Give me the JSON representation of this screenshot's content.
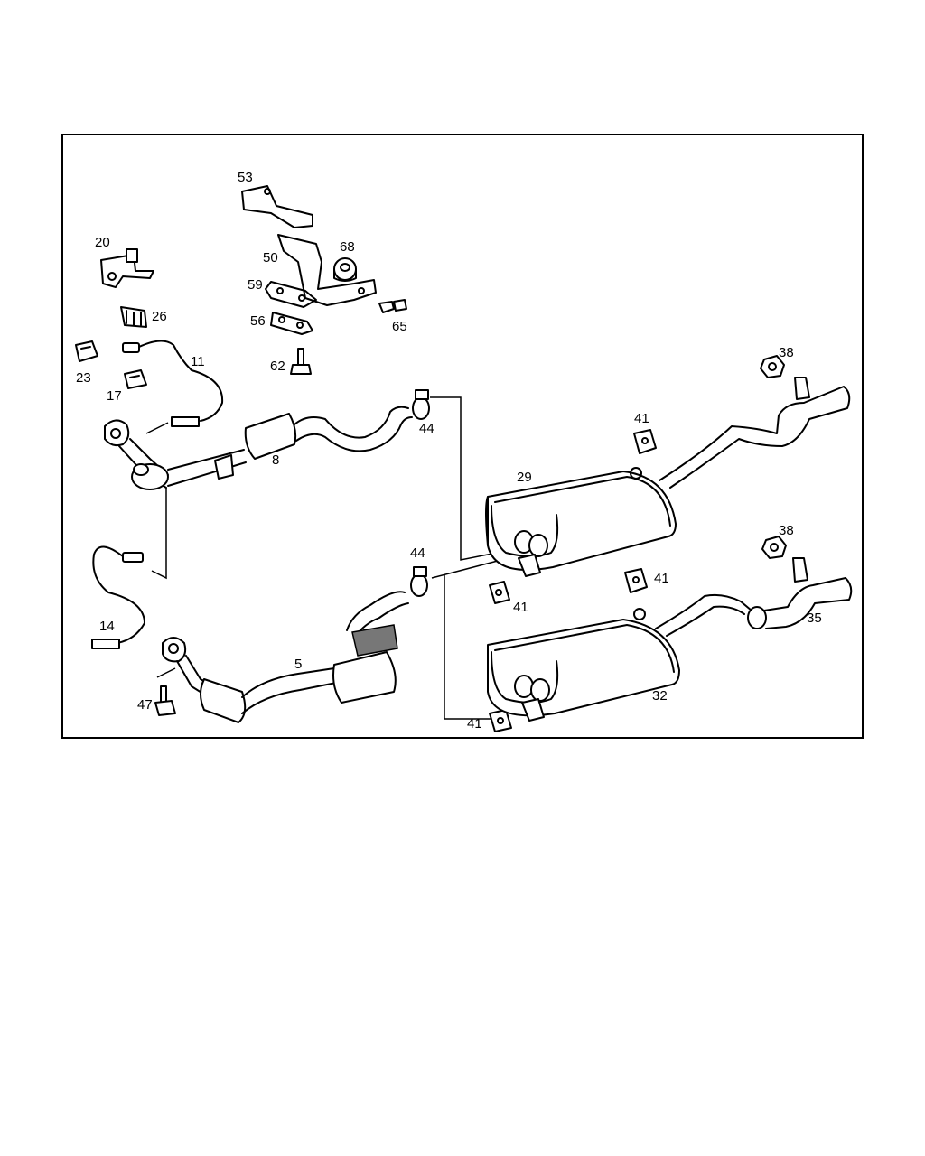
{
  "callouts": [
    {
      "key": "c53a",
      "text": "53"
    },
    {
      "key": "c20",
      "text": "20"
    },
    {
      "key": "c50",
      "text": "50"
    },
    {
      "key": "c68",
      "text": "68"
    },
    {
      "key": "c59",
      "text": "59"
    },
    {
      "key": "c26",
      "text": "26"
    },
    {
      "key": "c56",
      "text": "56"
    },
    {
      "key": "c65",
      "text": "65"
    },
    {
      "key": "c11",
      "text": "11"
    },
    {
      "key": "c23",
      "text": "23"
    },
    {
      "key": "c62",
      "text": "62"
    },
    {
      "key": "c38a",
      "text": "38"
    },
    {
      "key": "c17",
      "text": "17"
    },
    {
      "key": "c44a",
      "text": "44"
    },
    {
      "key": "c41a",
      "text": "41"
    },
    {
      "key": "c8",
      "text": "8"
    },
    {
      "key": "c29",
      "text": "29"
    },
    {
      "key": "c38b",
      "text": "38"
    },
    {
      "key": "c44b",
      "text": "44"
    },
    {
      "key": "c41b",
      "text": "41"
    },
    {
      "key": "c41c",
      "text": "41"
    },
    {
      "key": "c35",
      "text": "35"
    },
    {
      "key": "c14",
      "text": "14"
    },
    {
      "key": "c5",
      "text": "5"
    },
    {
      "key": "c47",
      "text": "47"
    },
    {
      "key": "c32",
      "text": "32"
    },
    {
      "key": "c41d",
      "text": "41"
    }
  ]
}
